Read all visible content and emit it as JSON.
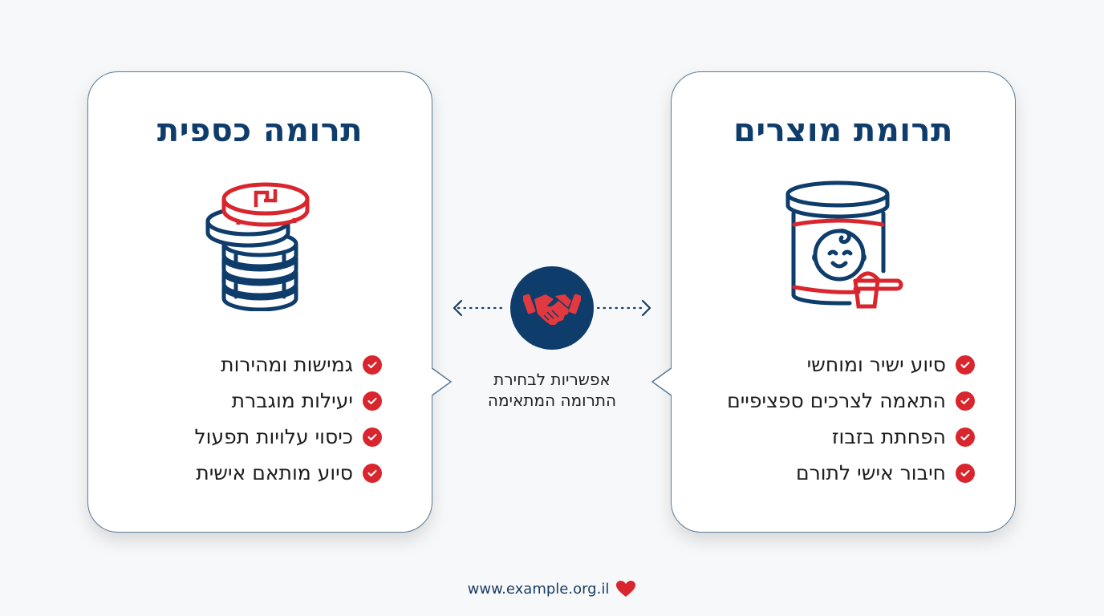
{
  "cards": {
    "money": {
      "title": "תרומה כספית",
      "icon": "shekel-coins-icon",
      "features": [
        "גמישות ומהירות",
        "יעילות מוגברת",
        "כיסוי עלויות תפעול",
        "סיוע מותאם אישית"
      ]
    },
    "products": {
      "title": "תרומת מוצרים",
      "icon": "baby-formula-can-icon",
      "features": [
        "סיוע ישיר ומוחשי",
        "התאמה לצרכים ספציפיים",
        "הפחתת בזבוז",
        "חיבור אישי לתורם"
      ]
    }
  },
  "center": {
    "icon": "handshake-icon",
    "caption_line1": "אפשריות לבחירת",
    "caption_line2": "התרומה המתאימה"
  },
  "footer": {
    "url": "www.example.org.il",
    "icon": "heart-icon"
  },
  "colors": {
    "navy": "#0f3d6b",
    "red": "#d9262e",
    "card_border": "#5a7a96",
    "background": "#f7f8f9"
  }
}
